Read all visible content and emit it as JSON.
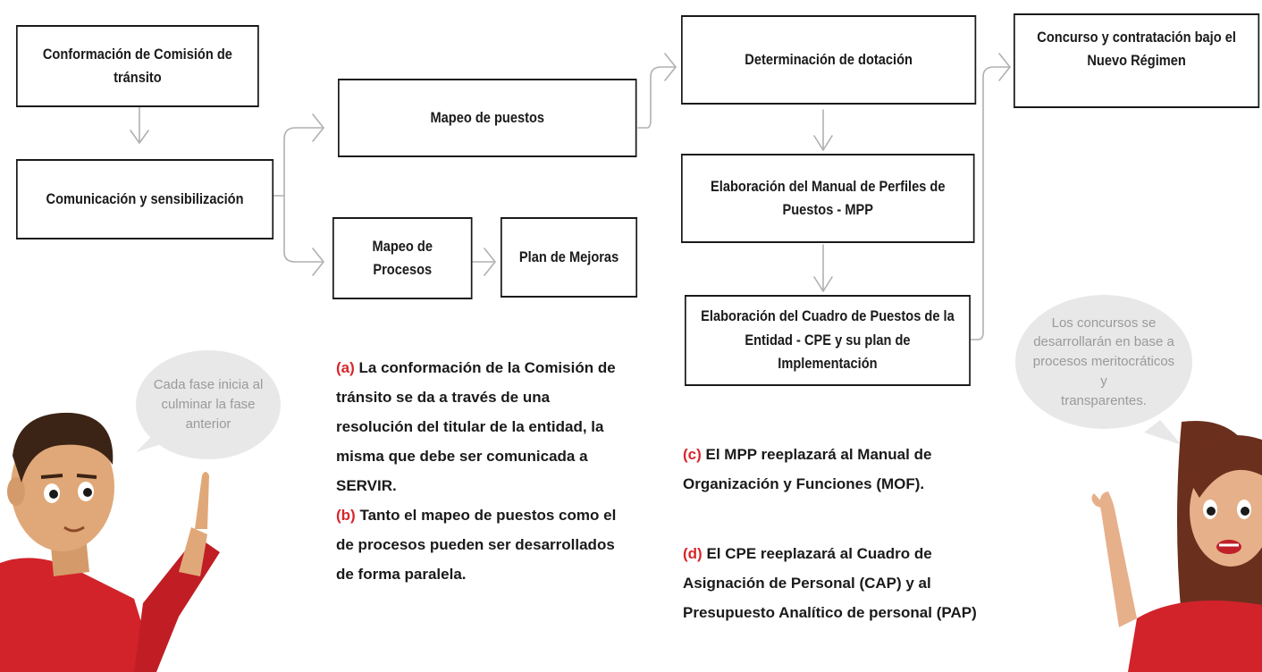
{
  "boxes": {
    "conformacion": "Conformación de Comisión de tránsito",
    "comunicacion": "Comunicación y sensibilización",
    "mapeo_puestos": "Mapeo de puestos",
    "mapeo_procesos": "Mapeo de Procesos",
    "plan_mejoras": "Plan de Mejoras",
    "dotacion": "Determinación de dotación",
    "mpp_line1": "Elaboración del Manual de Perfiles de",
    "mpp_line2": "Puestos - MPP",
    "cpe_line1": "Elaboración del Cuadro de Puestos de la",
    "cpe_line2": "Entidad - CPE y su plan de Implementación",
    "concurso_line1": "Concurso y contratación bajo el",
    "concurso_line2": "Nuevo Régimen"
  },
  "notes_left": {
    "a_tag": "(a)",
    "a_text": " La conformación de la Comisión de tránsito se da a través de una resolución del titular de la entidad, la misma que debe ser comunicada a SERVIR.",
    "b_tag": "(b)",
    "b_text": " Tanto el mapeo de puestos como el de procesos pueden ser desarrollados de forma paralela."
  },
  "notes_right": {
    "c_tag": "(c)",
    "c_text": " El MPP reeplazará al Manual de Organización y Funciones (MOF).",
    "d_tag": "(d)",
    "d_text": " El CPE reeplazará al Cuadro de Asignación de Personal (CAP) y al Presupuesto Analítico de personal (PAP)"
  },
  "bubbles": {
    "left_line1": "Cada fase inicia al",
    "left_line2": "culminar la fase",
    "left_line3": "anterior",
    "right_line1": "Los concursos se",
    "right_line2": "desarrollarán en base a",
    "right_line3": "procesos meritocráticos y",
    "right_line4": "transparentes."
  },
  "colors": {
    "accent_red": "#d8262a",
    "box_border": "#1a1a1a",
    "connector": "#b0b0b0",
    "bubble_bg": "#e8e8e8",
    "bubble_text": "#9a9a9a"
  },
  "icons": {
    "man": "pointing-man-icon",
    "woman": "waving-woman-icon",
    "arrow": "chevron-right-arrow-icon"
  }
}
